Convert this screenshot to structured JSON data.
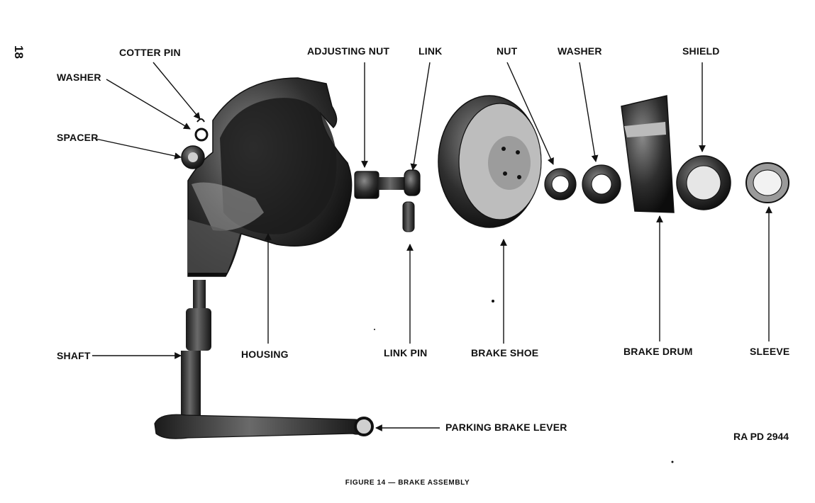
{
  "page_number": "18",
  "figure_caption": "FIGURE 14 — BRAKE ASSEMBLY",
  "reference_code": "RA PD 2944",
  "labels": {
    "cotter_pin": "COTTER PIN",
    "washer_left": "WASHER",
    "spacer": "SPACER",
    "adjusting_nut": "ADJUSTING NUT",
    "link": "LINK",
    "nut": "NUT",
    "washer_right": "WASHER",
    "shield": "SHIELD",
    "shaft": "SHAFT",
    "housing": "HOUSING",
    "link_pin": "LINK PIN",
    "brake_shoe": "BRAKE SHOE",
    "brake_drum": "BRAKE DRUM",
    "sleeve": "SLEEVE",
    "parking_brake_lever": "PARKING BRAKE LEVER"
  }
}
